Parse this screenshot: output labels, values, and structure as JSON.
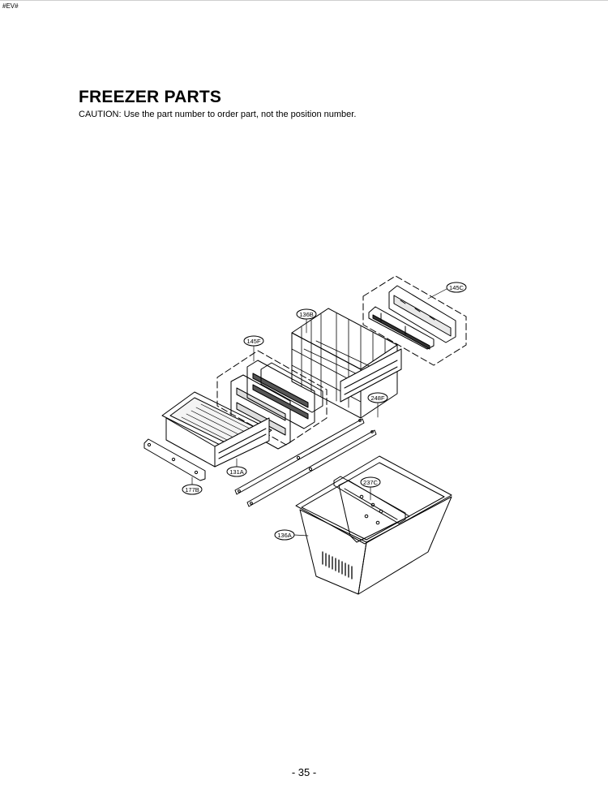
{
  "doc": {
    "corner_tag": "#EV#",
    "title": "FREEZER PARTS",
    "caution": "CAUTION: Use the part number to order part, not the position number.",
    "page_number": "- 35 -"
  },
  "callouts": {
    "c145C": "145C",
    "c136B": "136B",
    "c145F": "145F",
    "c248F": "248F",
    "c131A": "131A",
    "c177B": "177B",
    "c237C": "237C",
    "c136A": "136A"
  }
}
